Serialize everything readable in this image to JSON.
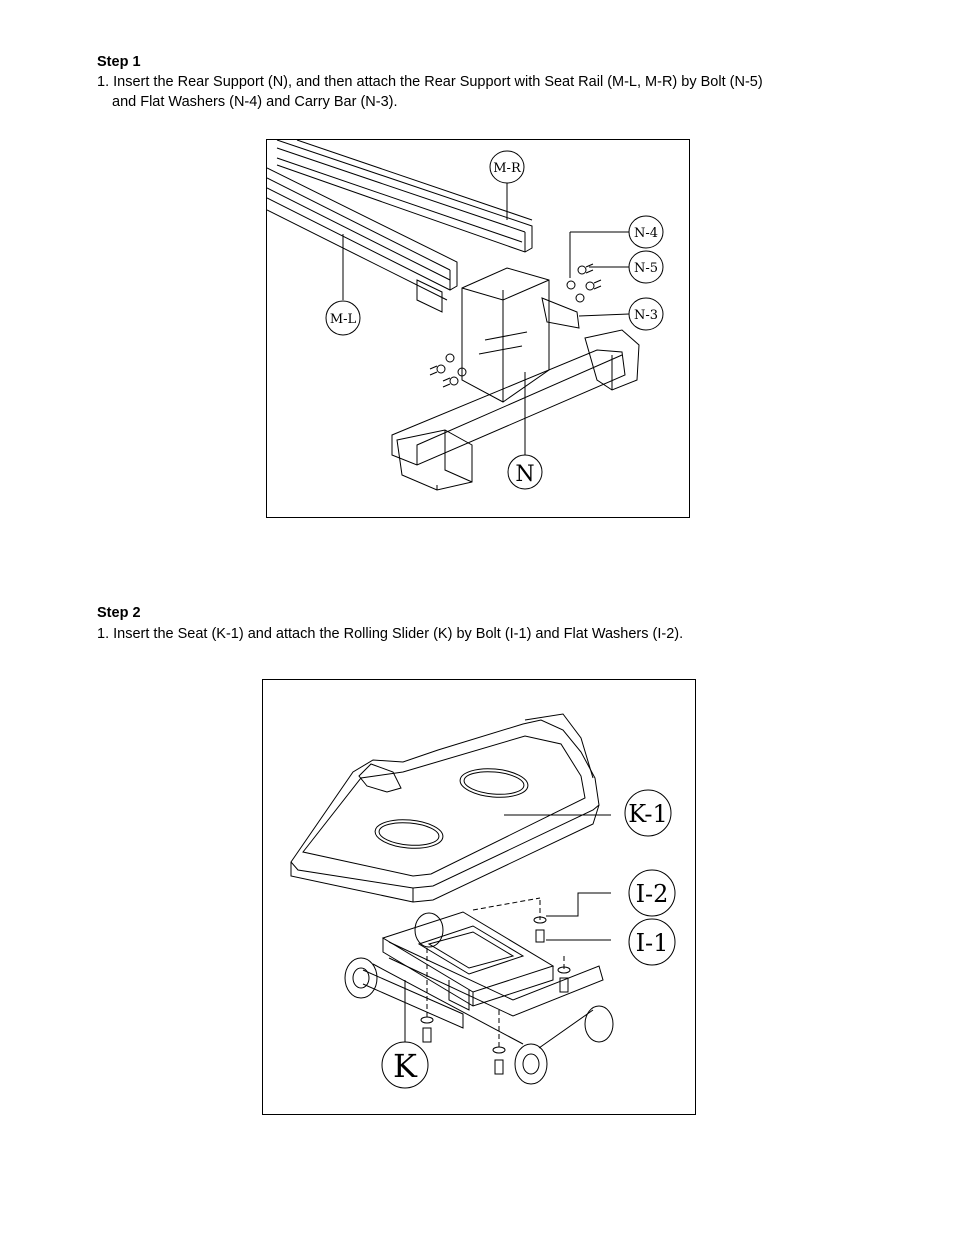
{
  "step1": {
    "title": "Step 1",
    "line1": "1. Insert the Rear Support (N), and then attach the Rear Support with Seat Rail (M-L, M-R) by Bolt (N-5)",
    "line2": "and Flat Washers (N-4) and Carry Bar (N-3).",
    "labels": {
      "mr": "M-R",
      "ml": "M-L",
      "n4": "N-4",
      "n5": "N-5",
      "n3": "N-3",
      "n": "N"
    }
  },
  "step2": {
    "title": "Step 2",
    "line1": "1.   Insert the Seat (K-1) and attach the Rolling Slider (K) by Bolt (I-1) and Flat Washers (I-2).",
    "labels": {
      "k1": "K-1",
      "i2": "I-2",
      "i1": "I-1",
      "k": "K"
    }
  }
}
